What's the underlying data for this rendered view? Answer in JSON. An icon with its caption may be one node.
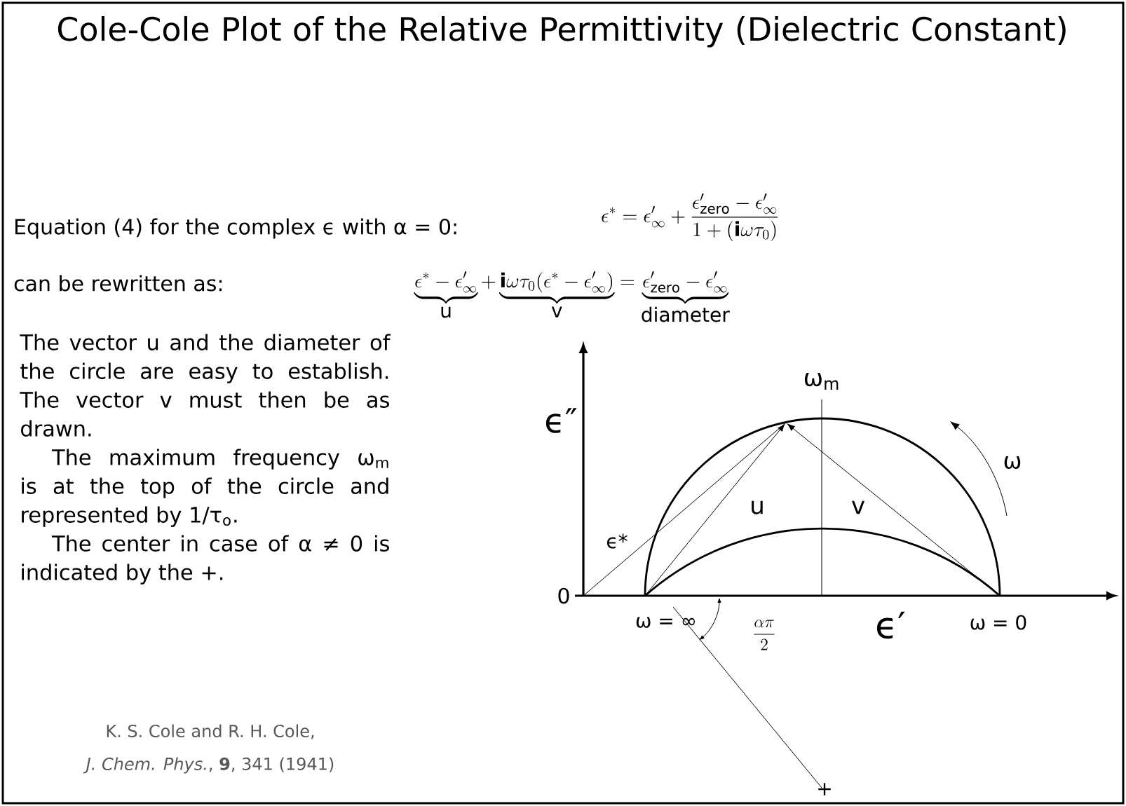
{
  "diagram": {
    "title": "Cole-Cole Plot of the Relative Permittivity (Dielectric Constant)",
    "labels": [
      "Equation (4) for the complex ϵ with α = 0:",
      "\\epsilon^* = \\epsilon'_\\infty + \\frac{\\epsilon'_{\\mathrm{zero}} - \\epsilon'_\\infty}{1 + (\\mathbf{i}\\omega\\tau_0)}",
      "can be rewritten as:",
      "\\underbrace{\\epsilon^* - \\epsilon'_\\infty}_{\\mbox{u}} + \\underbrace{\\mathbf{i}\\omega\\tau_0(\\epsilon^* - \\epsilon'_\\infty)}_{\\mbox{v}} = \\underbrace{\\epsilon'_{\\mathrm{zero}} - \\epsilon'_\\infty}_{\\mbox{diameter}}",
      "The vector u and the diameter of the circle are easy to establish. The vector v must then be as drawn.",
      "The maximum frequency ω$_{m}$ is at the top of the circle and represented by 1/τ$_{o}$.",
      "The center in case of α ≠ 0 is indicated by the +.",
      "K. S. Cole and R. H. Cole,",
      "*J. Chem. Phys.*, **9**, 341 (1941)",
      "ϵ″",
      "0",
      "ω$_{m}$",
      "ω",
      "u",
      "v",
      "ϵ*",
      "ω = ∞",
      "\\frac{\\alpha\\pi}{2}",
      "ϵ′",
      "ω = 0",
      "+"
    ]
  }
}
